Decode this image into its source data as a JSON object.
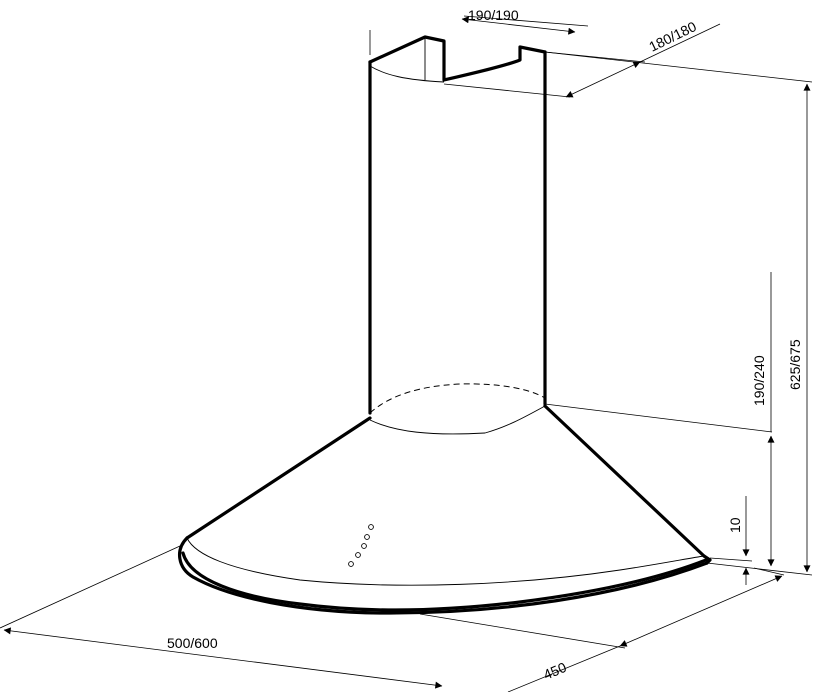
{
  "dimensions": {
    "duct_width": "190/190",
    "duct_depth": "180/180",
    "total_height": "625/675",
    "canopy_height": "190/240",
    "rim_height": "10",
    "hood_width": "500/600",
    "hood_depth": "450"
  },
  "control_buttons": [
    1,
    2,
    3,
    4,
    5
  ]
}
